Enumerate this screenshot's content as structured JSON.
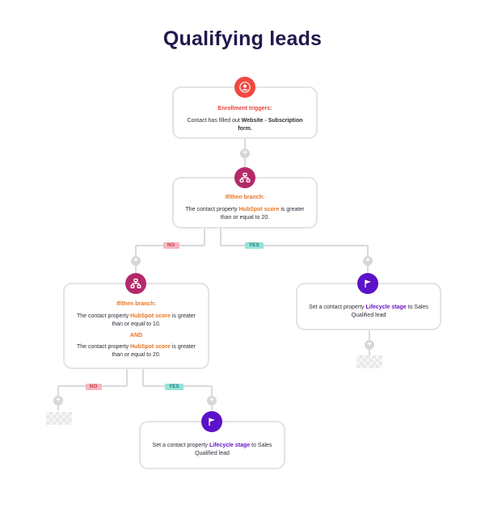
{
  "title": "Qualifying leads",
  "trigger": {
    "label": "Enrollment triggers:",
    "text_pre": "Contact has filled out ",
    "text_strong": "Website - Subscription form."
  },
  "branch_top": {
    "label": "If/then branch:",
    "pre": "The contact property ",
    "prop": "HubSpot score",
    "post": " is greater than or equal to 20."
  },
  "branch_left": {
    "label": "If/then branch:",
    "c1_pre": "The contact property ",
    "c1_prop": "HubSpot score",
    "c1_post": " is greater than or equal to 10.",
    "and": "AND",
    "c2_pre": "The contact property ",
    "c2_prop": "HubSpot score",
    "c2_post": " is greater than or equal to 20."
  },
  "action_right": {
    "pre": "Set a contact property ",
    "prop": "Lifecycle stage",
    "post": " to Sales Qualified lead"
  },
  "action_bottom": {
    "pre": "Set a contact property ",
    "prop": "Lifecycle stage",
    "post": " to Sales Qualified lead"
  },
  "tags": {
    "no1": "NO",
    "yes1": "YES",
    "no2": "NO",
    "yes2": "YES"
  },
  "plus": "+",
  "icons": {
    "trigger": "person-icon",
    "branch": "branch-icon",
    "action": "flag-icon"
  },
  "colors": {
    "title": "#1f1a4d",
    "trigger_icon": "#f2483f",
    "branch_icon": "#b32a6a",
    "action_icon": "#5b12c9",
    "trigger_label": "#e8423a",
    "branch_label": "#e8741f",
    "lifecycle": "#6a14c4",
    "no_tag": "#f6b6bd",
    "yes_tag": "#93e3db"
  }
}
